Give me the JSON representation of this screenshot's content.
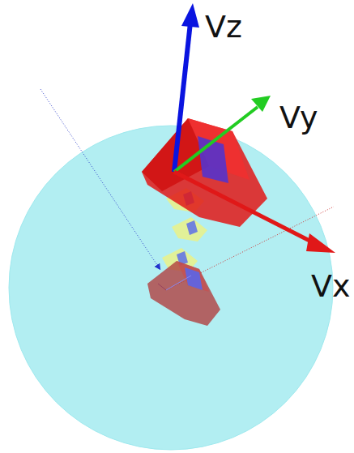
{
  "diagram": {
    "labels": [
      "Vz",
      "Vy",
      "Vx"
    ]
  }
}
